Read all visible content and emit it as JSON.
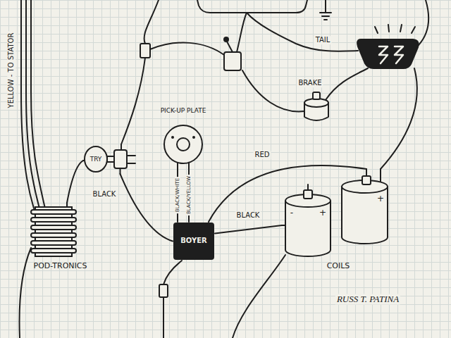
{
  "diagram": {
    "nodes": [
      {
        "text": [
          "POD-TRONICS"
        ]
      },
      {
        "text": [
          "TRY"
        ]
      },
      {
        "text": [
          "PICK-UP PLATE"
        ]
      },
      {
        "text": [
          "BOYER"
        ]
      },
      {
        "text": [
          "COILS"
        ]
      }
    ],
    "edges": [
      {
        "from": 0,
        "to": 1,
        "arrow": "none",
        "label": "BLACK"
      },
      {
        "from": 2,
        "to": 3,
        "arrow": "none",
        "label": "BLACK/WHITE"
      },
      {
        "from": 2,
        "to": 3,
        "arrow": "none",
        "label": "BLACK/YELLOW"
      },
      {
        "from": 3,
        "to": 4,
        "arrow": "none",
        "label": "BLACK"
      },
      {
        "from": 3,
        "to": 4,
        "arrow": "none",
        "label": "RED"
      },
      {
        "from": 1,
        "to": 3,
        "arrow": "none"
      }
    ],
    "labels": [
      "YELLOW - TO STATOR",
      "TAIL",
      "BRAKE",
      "-",
      "+",
      "+",
      "RUSS T. PATINA"
    ]
  }
}
